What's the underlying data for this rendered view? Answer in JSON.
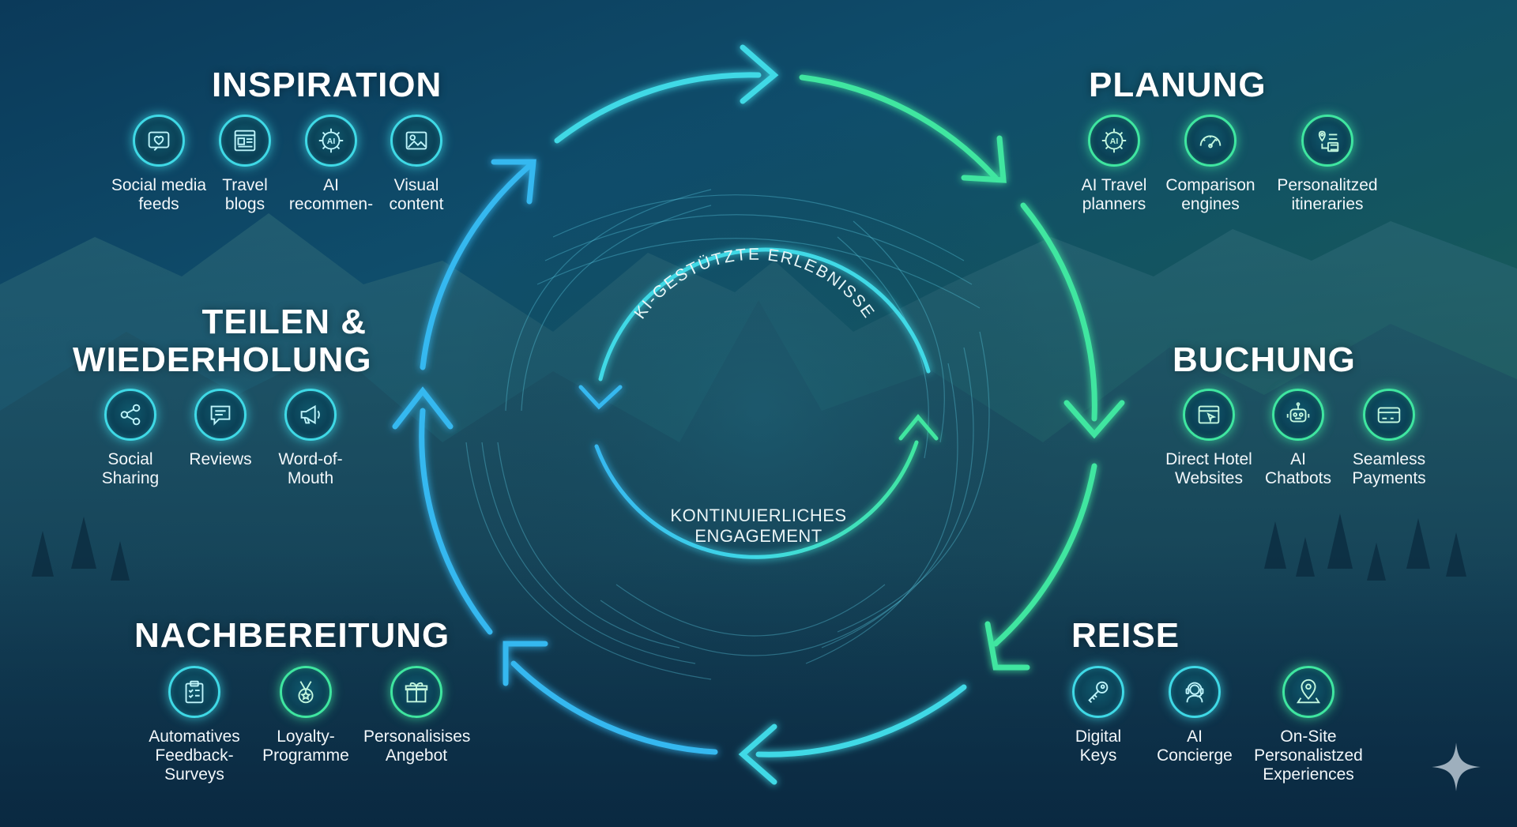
{
  "center": {
    "arc_title": "KI-GESTÜTZTE ERLEBNISSE",
    "core_text": "KONTINUIERLICHES\nENGAGEMENT"
  },
  "phases": {
    "inspiration": {
      "title": "INSPIRATION",
      "items": [
        {
          "label": "Social media\nfeeds",
          "icon": "heart-feed-icon"
        },
        {
          "label": "Travel\nblogs",
          "icon": "blog-page-icon"
        },
        {
          "label": "AI\nrecommen-",
          "icon": "ai-chip-icon"
        },
        {
          "label": "Visual\ncontent",
          "icon": "image-icon"
        }
      ]
    },
    "planung": {
      "title": "PLANUNG",
      "items": [
        {
          "label": "AI Travel\nplanners",
          "icon": "ai-chip-icon"
        },
        {
          "label": "Comparison\nengines",
          "icon": "gauge-icon"
        },
        {
          "label": "Personalitzed\nitineraries",
          "icon": "route-pin-icon"
        }
      ]
    },
    "buchung": {
      "title": "BUCHUNG",
      "items": [
        {
          "label": "Direct Hotel\nWebsites",
          "icon": "browser-cursor-icon"
        },
        {
          "label": "AI\nChatbots",
          "icon": "robot-icon"
        },
        {
          "label": "Seamless\nPayments",
          "icon": "credit-card-icon"
        }
      ]
    },
    "reise": {
      "title": "REISE",
      "items": [
        {
          "label": "Digital\nKeys",
          "icon": "key-icon"
        },
        {
          "label": "AI\nConcierge",
          "icon": "headset-icon"
        },
        {
          "label": "On-Site\nPersonalistzed\nExperiences",
          "icon": "map-pin-icon"
        }
      ]
    },
    "nachbereitung": {
      "title": "NACHBEREITUNG",
      "items": [
        {
          "label": "Automatives\nFeedback-\nSurveys",
          "icon": "clipboard-icon"
        },
        {
          "label": "Loyalty-\nProgramme",
          "icon": "medal-icon"
        },
        {
          "label": "Personalisises\nAngebot",
          "icon": "gift-icon"
        }
      ]
    },
    "teilen": {
      "title": "TEILEN &\nWIEDERHOLUNG",
      "items": [
        {
          "label": "Social\nSharing",
          "icon": "share-icon"
        },
        {
          "label": "Reviews",
          "icon": "chat-bubble-icon"
        },
        {
          "label": "Word-of-\nMouth",
          "icon": "megaphone-icon"
        }
      ]
    }
  },
  "colors": {
    "cyan": "#3fd9e6",
    "green": "#3fe6a0",
    "blue": "#36b8f0"
  }
}
